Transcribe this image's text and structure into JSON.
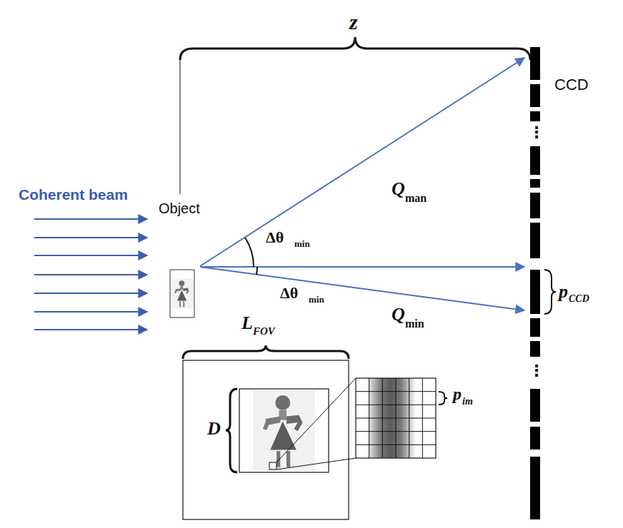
{
  "diagram": {
    "labels": [
      "z",
      "CCD",
      "Coherent beam",
      "Object",
      "Q",
      "man",
      "Δθ",
      "min",
      "Δθ",
      "min",
      "Q",
      "min",
      "p",
      "CCD",
      "L",
      "FOV",
      "D",
      "p",
      "im",
      "⋮",
      "⋮"
    ]
  }
}
